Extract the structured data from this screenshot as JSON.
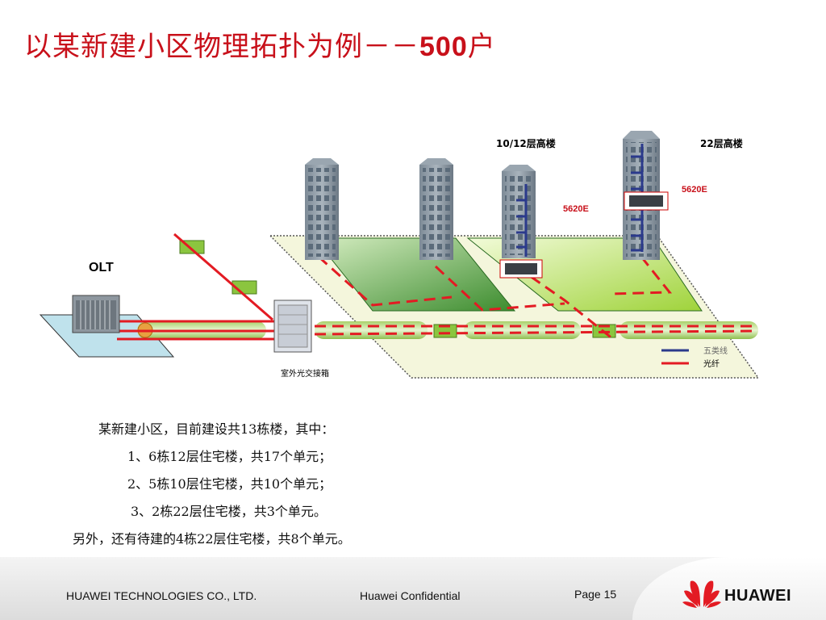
{
  "title": {
    "prefix": "以某新建小区物理拓扑为例－－",
    "number": "500",
    "suffix": "户"
  },
  "diagram": {
    "olt_label": "OLT",
    "cabinet_label": "室外光交接箱",
    "building_group_1_label": "10/12层高楼",
    "building_group_2_label": "22层高楼",
    "onu_label_1": "5620E",
    "onu_label_2": "5620E",
    "legend": {
      "cat5_label": "五类线",
      "fiber_label": "光纤",
      "cat5_color": "#2b3a8c",
      "fiber_color": "#e31b23"
    }
  },
  "body": {
    "line1": "某新建小区，目前建设共13栋楼，其中：",
    "line2": "1、6栋12层住宅楼，共17个单元；",
    "line3": "2、5栋10层住宅楼，共10个单元；",
    "line4": "3、2栋22层住宅楼，共3个单元。",
    "line5": "另外，还有待建的4栋22层住宅楼，共8个单元。"
  },
  "footer": {
    "company": "HUAWEI TECHNOLOGIES CO., LTD.",
    "confidential": "Huawei Confidential",
    "page": "Page 15",
    "logo_text": "HUAWEI"
  }
}
